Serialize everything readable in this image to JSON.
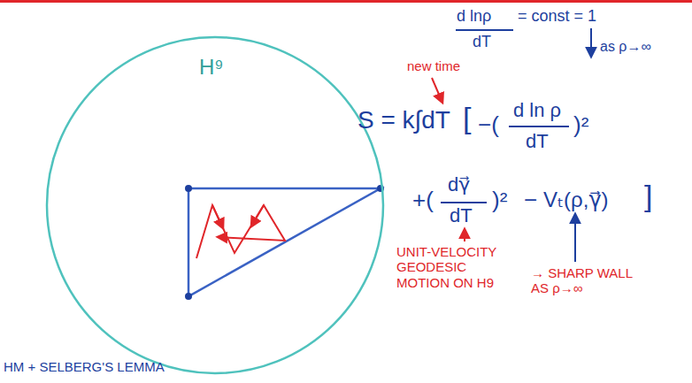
{
  "diagram": {
    "nodes": [
      {
        "text": [
          "H⁹"
        ]
      }
    ],
    "labels": [
      "d lnρ",
      "= const = 1",
      "dT",
      "as ρ→∞",
      "new time",
      "S = k∫dT",
      "[",
      "−(",
      "d ln ρ",
      "dT",
      ")²",
      "+(",
      "dγ⃗",
      "dT",
      ")²",
      "−",
      "Vₜ(ρ,γ⃗)",
      "]",
      "UNIT-VELOCITY GEODESIC MOTION ON H9",
      "→ SHARP WALL AS ρ→∞",
      "HM + SELBERG'S LEMMA"
    ]
  }
}
